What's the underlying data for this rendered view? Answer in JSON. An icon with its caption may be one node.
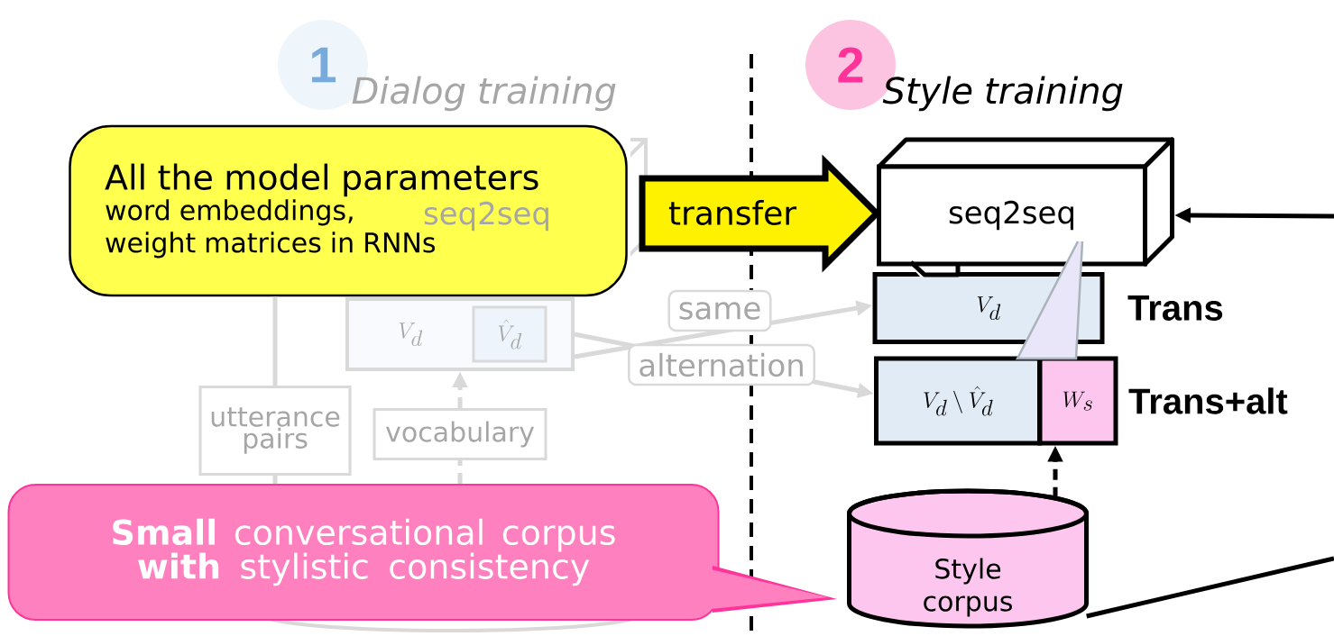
{
  "diagram": {
    "nodes": [
      {
        "text": [
          "seq2seq"
        ],
        "in": 10
      },
      {
        "text": [
          "V_d"
        ]
      },
      {
        "text": [
          "\\hat{V}_d"
        ],
        "in": 1
      },
      {
        "text": [
          "utterance pairs"
        ]
      },
      {
        "text": [
          "vocabulary"
        ]
      },
      {
        "text": [
          "seq2seq"
        ]
      },
      {
        "text": [
          "V_d"
        ],
        "beside": [
          "Trans"
        ]
      },
      {
        "text": [
          "V_d \\setminus \\hat{V}_d"
        ]
      },
      {
        "text": [
          "W_s"
        ],
        "beside": [
          "Trans+alt"
        ]
      },
      {
        "text": [
          "Style corpus"
        ]
      },
      {
        "text": [
          "All the model parameters",
          "word embeddings, weight matrices in RNNs"
        ]
      },
      {
        "text": [
          "**Small** conversational corpus **with** stylistic consistency"
        ]
      },
      {
        "text": [
          "transfer"
        ]
      },
      {
        "text": [],
        "shape": "triangle"
      }
    ],
    "edges": [
      {
        "from": 3,
        "to": 10,
        "arrow": "none",
        "color": "#d9d9d9"
      },
      {
        "from": 11,
        "to": 3,
        "arrow": "none",
        "color": "#d9d9d9"
      },
      {
        "from": 11,
        "to": 4,
        "arrow": "none",
        "style": "dashed",
        "color": "#d9d9d9"
      },
      {
        "from": 4,
        "to": 1,
        "arrow": "to",
        "style": "dashed",
        "color": "#d9d9d9"
      },
      {
        "from": 1,
        "to": 6,
        "arrow": "to",
        "label": "same",
        "color": "#d9d9d9"
      },
      {
        "from": 1,
        "to": 7,
        "arrow": "to",
        "label": "alternation",
        "color": "#d9d9d9"
      },
      {
        "from": 9,
        "to": 8,
        "arrow": "to",
        "style": "dashed",
        "color": "#000000"
      },
      {
        "from": null,
        "to": 5,
        "arrow": "to",
        "color": "#000000"
      },
      {
        "from": 9,
        "to": null,
        "arrow": "none",
        "color": "#000000"
      }
    ],
    "labels": [
      "1",
      "Dialog training",
      "2",
      "Style training"
    ]
  }
}
